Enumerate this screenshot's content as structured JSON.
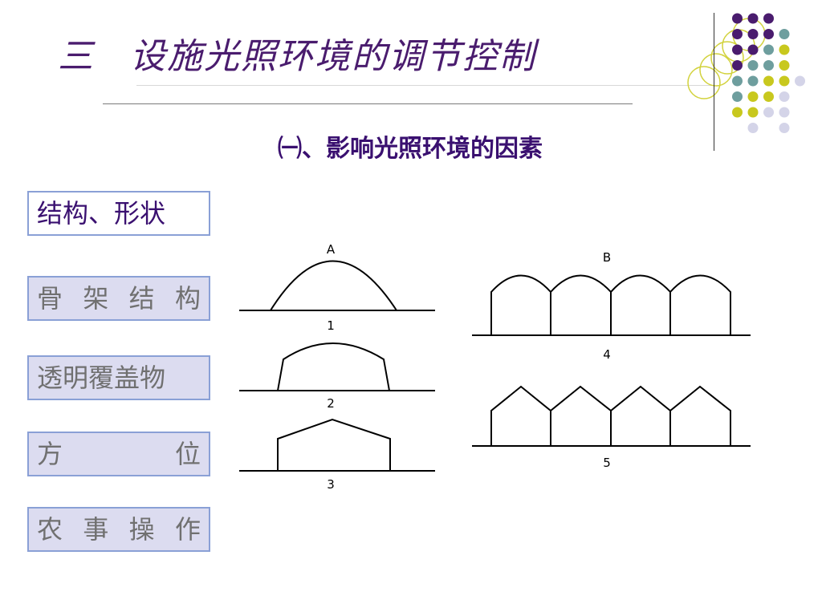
{
  "slide": {
    "title_number": "三",
    "title": "设施光照环境的调节控制",
    "subtitle": "㈠、影响光照环境的因素"
  },
  "factors": [
    {
      "label": "结构、形状",
      "chars": [
        "结构、形状"
      ]
    },
    {
      "label": "骨架结构",
      "chars": [
        "骨",
        "架",
        "结",
        "构"
      ]
    },
    {
      "label": "透明覆盖物",
      "chars": [
        "透明覆盖物"
      ]
    },
    {
      "label": "方位",
      "chars": [
        "方",
        "位"
      ]
    },
    {
      "label": "农事操作",
      "chars": [
        "农",
        "事",
        "操",
        "作"
      ]
    }
  ],
  "diagram": {
    "group_a_label": "A",
    "group_b_label": "B",
    "shape_labels": [
      "1",
      "2",
      "3",
      "4",
      "5"
    ]
  },
  "decoration": {
    "dot_colors": {
      "purple": "#4a1c6e",
      "teal": "#6e9e9e",
      "yellow": "#c8c81e",
      "lavender": "#d4d4e8"
    },
    "ring_color": "#d2d23c"
  }
}
